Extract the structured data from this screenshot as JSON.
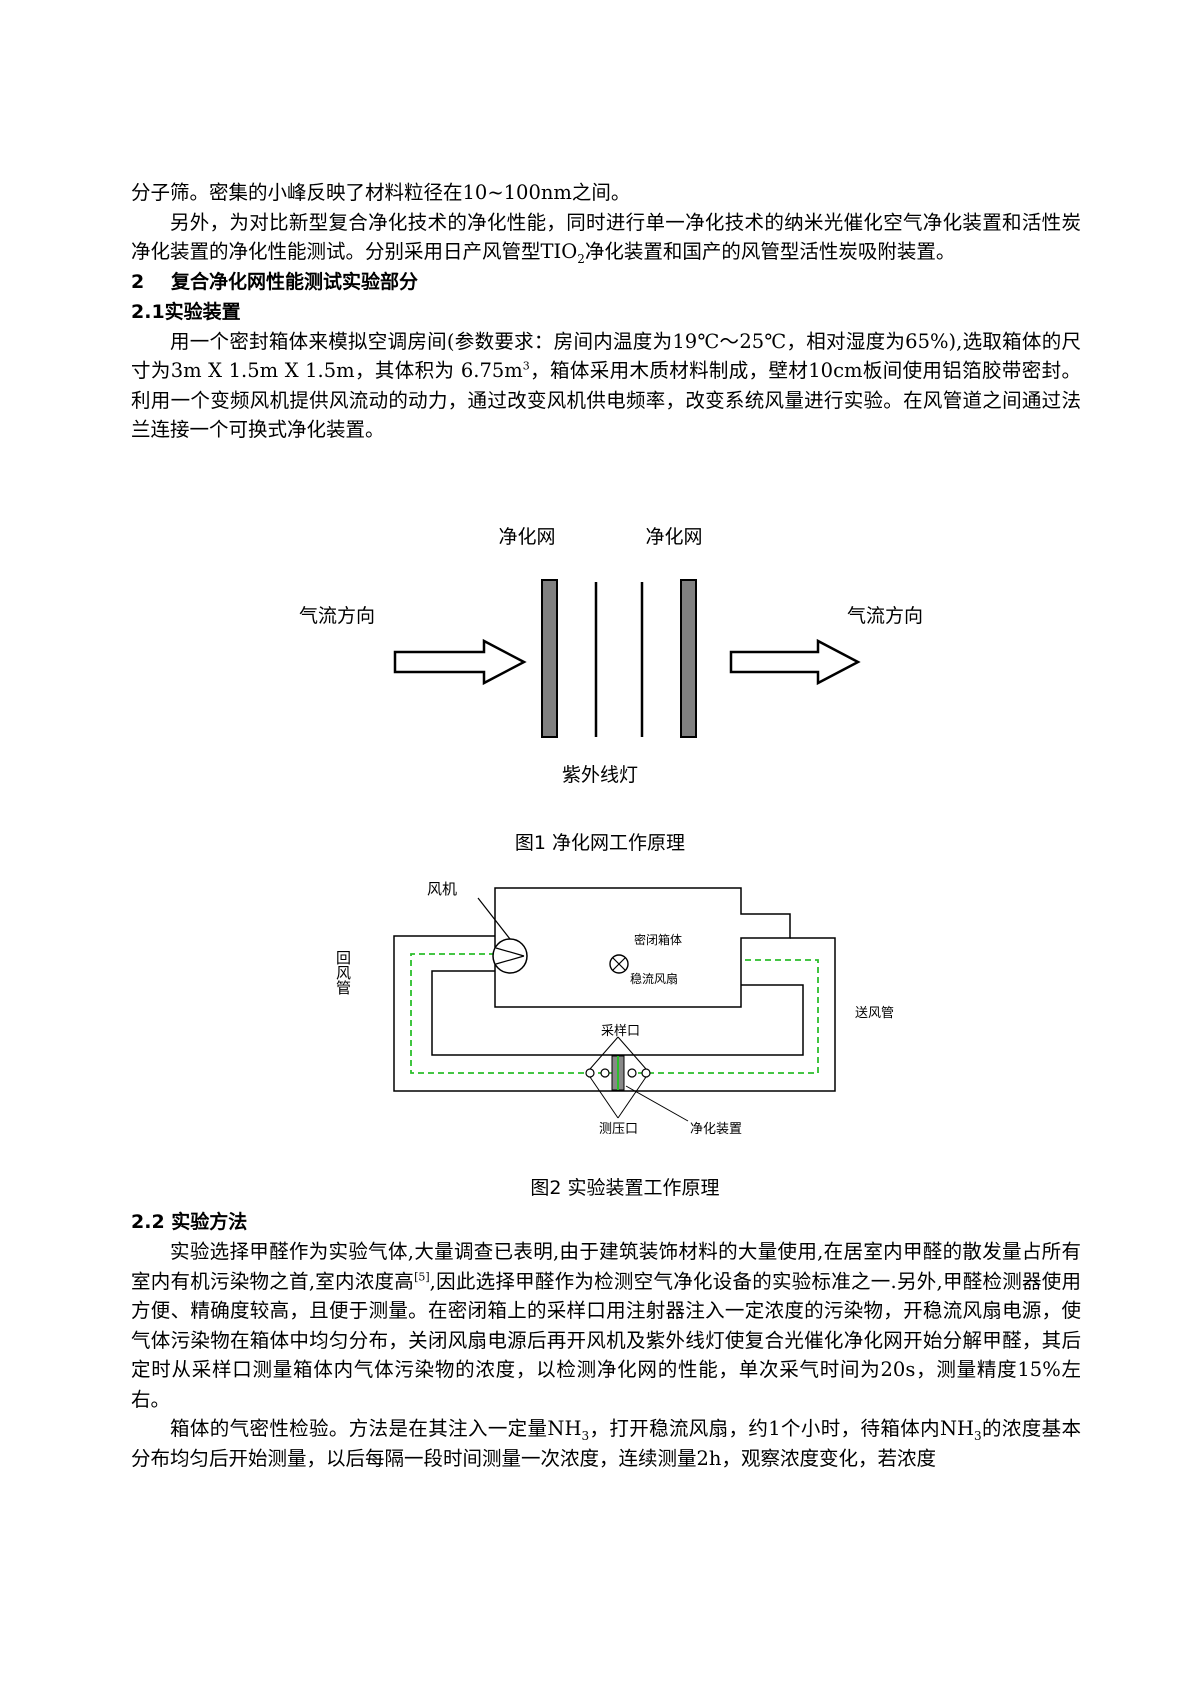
{
  "top": {
    "p1": "分子筛。密集的小峰反映了材料粒径在10~100nm之间。",
    "p2_a": "另外，为对比新型复合净化技术的净化性能，同时进行单一净化技术的纳米光催化空气净化装置和活性炭净化装置的净化性能测试。分别采用日产风管型",
    "p2_b": "TIO",
    "p2_b_sub": "2",
    "p2_c": "净化装置和国产的风管型活性炭吸附装置。",
    "h2_num": "2",
    "h2_text": "复合净化网性能测试实验部分",
    "h21": "2.1实验装置",
    "p3_a": "用一个密封箱体来模拟空调房间(参数要求：房间内温度为19℃～25℃，相对湿度为65%),选取箱体的尺寸为3m X 1.5m X 1.5m，其体积为 6.75m",
    "p3_sup": "3",
    "p3_b": "，箱体采用木质材料制成，壁材10cm板间使用铝箔胶带密封。利用一个变频风机提供风流动的动力，通过改变风机供电频率，改变系统风量进行实验。在风管道之间通过法兰连接一个可换式净化装置。"
  },
  "fig1": {
    "label_net1": "净化网",
    "label_net2": "净化网",
    "label_in": "气流方向",
    "label_out": "气流方向",
    "label_uv": "紫外线灯",
    "caption": "图1 净化网工作原理"
  },
  "fig2": {
    "fan": "风机",
    "return_duct": "回风管",
    "box": "密闭箱体",
    "stir_fan": "稳流风扇",
    "supply_duct": "送风管",
    "sample_port": "采样口",
    "pressure_port": "测压口",
    "purifier": "净化装置",
    "caption": "图2  实验装置工作原理"
  },
  "bottom": {
    "h22": "2.2 实验方法",
    "p4_a": "实验选择甲醛作为实验气体,大量调查已表明,由于建筑装饰材料的大量使用,在居室内甲醛的散发量占所有室内有机污染物之首,室内浓度高",
    "p4_ref": "[5]",
    "p4_b": ",因此选择甲醛作为检测空气净化设备的实验标准之一.另外,甲醛检测器使用方便、精确度较高，且便于测量。在密闭箱上的采样口用注射器注入一定浓度的污染物，开稳流风扇电源，使气体污染物在箱体中均匀分布，关闭风扇电源后再开风机及紫外线灯使复合光催化净化网开始分解甲醛，其后定时从采样口测量箱体内气体污染物的浓度，以检测净化网的性能，单次采气时间为20s，测量精度15%左右。",
    "p5_a": "箱体的气密性检验。方法是在其注入一定量NH",
    "p5_sub1": "3",
    "p5_b": "，打开稳流风扇，约1个小时，待箱体内NH",
    "p5_sub2": "3",
    "p5_c": "的浓度基本分布均匀后开始测量，以后每隔一段时间测量一次浓度，连续测量2h，观察浓度变化，若浓度"
  }
}
